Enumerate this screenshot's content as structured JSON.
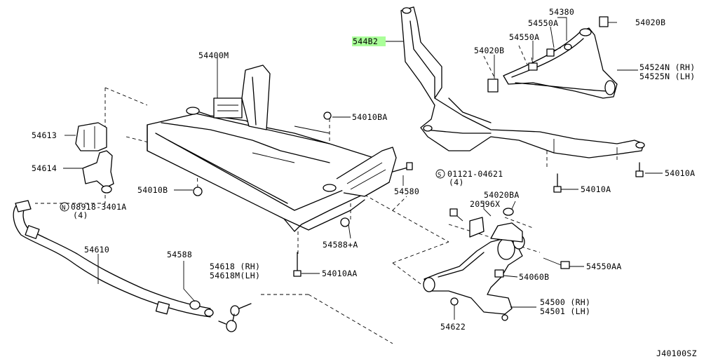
{
  "diagram_code": "J40100SZ",
  "labels": {
    "p54400M": "54400M",
    "p544B2": "544B2",
    "p54380": "54380",
    "p54020B_top": "54020B",
    "p54550A_1": "54550A",
    "p54550A_2": "54550A",
    "p54020B_mid": "54020B",
    "p54524N": "54524N (RH)",
    "p54525N": "54525N (LH)",
    "p54010BA": "54010BA",
    "p54613": "54613",
    "p54614": "54614",
    "p54010B": "54010B",
    "p08918": "08918-3401A",
    "p08918_qty": "(4)",
    "p08918_prefix": "N",
    "p54580": "54580",
    "p01121": "01121-04621",
    "p01121_qty": "(4)",
    "p01121_prefix": "S",
    "p54010A_r": "54010A",
    "p54010A_m": "54010A",
    "p54020BA": "54020BA",
    "p20596X": "20596X",
    "p54588A": "54588+A",
    "p54610": "54610",
    "p54588": "54588",
    "p54618": "54618 (RH)",
    "p54618M": "54618M(LH)",
    "p54010AA": "54010AA",
    "p54550AA": "54550AA",
    "p54060B": "54060B",
    "p54500": "54500 (RH)",
    "p54501": "54501 (LH)",
    "p54622": "54622"
  },
  "colors": {
    "highlight": "#aaff99",
    "line": "#000000",
    "background": "#ffffff"
  }
}
